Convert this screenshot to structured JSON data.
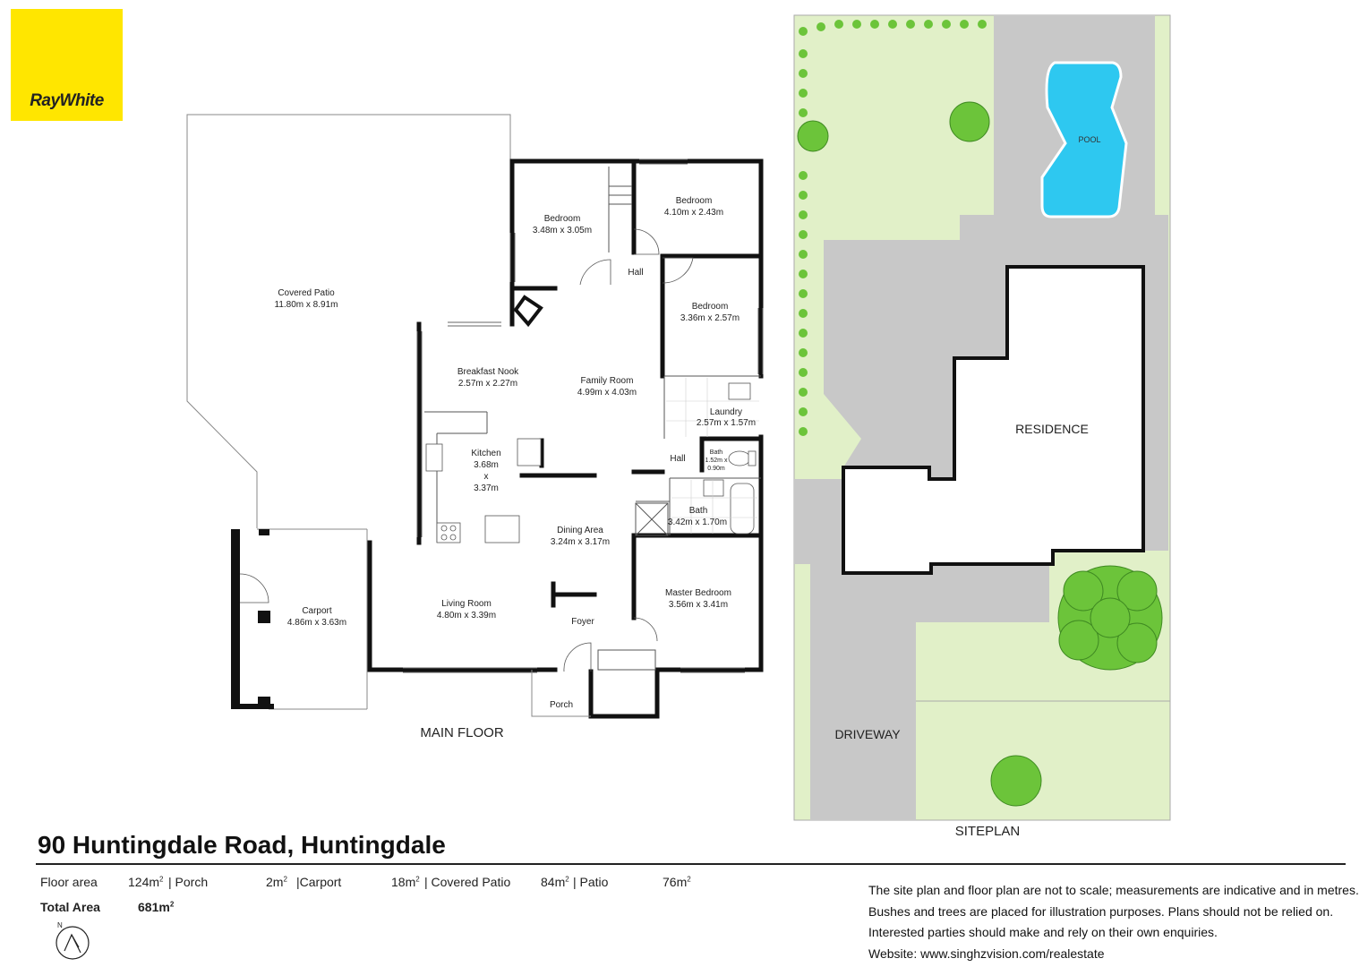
{
  "brand": {
    "logo_text": "RayWhite",
    "logo_color": "#ffe600"
  },
  "floorplan": {
    "heading": "MAIN FLOOR",
    "rooms": {
      "covered_patio": {
        "name": "Covered Patio",
        "size": "11.80m x 8.91m"
      },
      "bedroom_2": {
        "name": "Bedroom",
        "size": "3.48m x 3.05m"
      },
      "bedroom_3": {
        "name": "Bedroom",
        "size": "4.10m x 2.43m"
      },
      "hall_upper": {
        "name": "Hall"
      },
      "bedroom_4": {
        "name": "Bedroom",
        "size": "3.36m x 2.57m"
      },
      "breakfast_nook": {
        "name": "Breakfast Nook",
        "size": "2.57m x 2.27m"
      },
      "family_room": {
        "name": "Family Room",
        "size": "4.99m x 4.03m"
      },
      "laundry": {
        "name": "Laundry",
        "size": "2.57m x 1.57m"
      },
      "kitchen": {
        "name": "Kitchen",
        "size_w": "3.68m",
        "size_x": "x",
        "size_h": "3.37m"
      },
      "hall_lower": {
        "name": "Hall"
      },
      "bath_small": {
        "name": "Bath",
        "size_w": "1.52m x",
        "size_h": "0.90m"
      },
      "bath": {
        "name": "Bath",
        "size": "3.42m x 1.70m"
      },
      "dining": {
        "name": "Dining Area",
        "size": "3.24m x 3.17m"
      },
      "carport": {
        "name": "Carport",
        "size": "4.86m x 3.63m"
      },
      "living": {
        "name": "Living Room",
        "size": "4.80m x 3.39m"
      },
      "foyer": {
        "name": "Foyer"
      },
      "master": {
        "name": "Master Bedroom",
        "size": "3.56m x 3.41m"
      },
      "porch": {
        "name": "Porch"
      }
    }
  },
  "siteplan": {
    "heading": "SITEPLAN",
    "pool_label": "POOL",
    "residence_label": "RESIDENCE",
    "driveway_label": "DRIVEWAY",
    "colors": {
      "lawn": "#e1f0c8",
      "paving": "#c8c8c8",
      "pool": "#2ec8f0",
      "tree": "#6cc43a"
    }
  },
  "property": {
    "address": "90 Huntingdale Road, Huntingdale",
    "stats": {
      "floor_label": "Floor area",
      "floor_value": "124m",
      "sep1": "| Porch",
      "porch_value": "2m",
      "sep2": "|Carport",
      "carport_value": "18m",
      "sep3": "| Covered Patio",
      "covered_value": "84m",
      "sep4": "| Patio",
      "patio_value": "76m",
      "sq": "2",
      "total_label": "Total Area",
      "total_value": "681m"
    },
    "compass_label": "N"
  },
  "disclaimer": [
    "The site plan and floor plan are not to scale; measurements are indicative and in metres.",
    "Bushes and trees are placed for illustration purposes. Plans should not be relied on.",
    "Interested parties should make and rely on their own enquiries.",
    "Website: www.singhzvision.com/realestate"
  ]
}
